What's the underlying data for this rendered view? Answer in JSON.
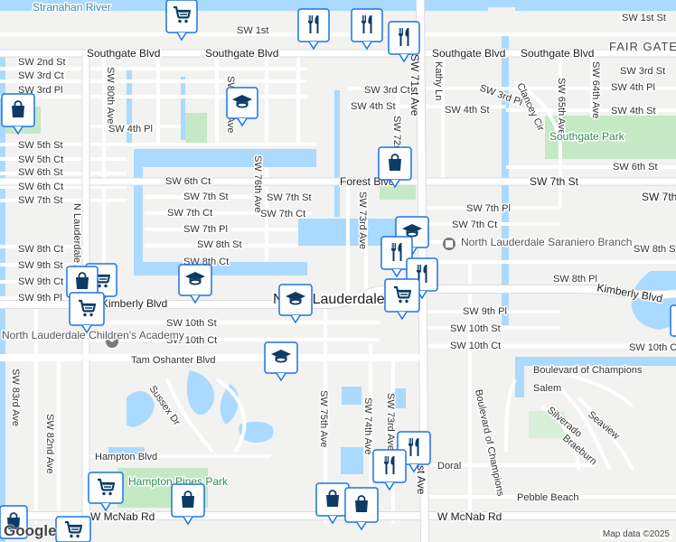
{
  "water": {
    "river": "Stranahan River"
  },
  "roads": {
    "southgate_blvd_left": "Southgate Blvd",
    "southgate_blvd_mid": "Southgate Blvd",
    "southgate_blvd_right": "Southgate Blvd",
    "sw_1st_st_left": "SW 1st",
    "sw_1st_st_right": "SW 1st St",
    "fair_gate": "FAIR GATE",
    "sw_2nd_st_left": "SW 2nd St",
    "sw_3rd_ct_left": "SW 3rd Ct",
    "sw_3rd_pl_left": "SW 3rd Pl",
    "sw_80th_ave": "SW 80th Ave",
    "sw_77th_ave": "SW 77th Ave",
    "sw_4th_pl_left": "SW 4th Pl",
    "sw_5th_st_left": "SW 5th St",
    "sw_5th_ct_left": "SW 5th Ct",
    "sw_6th_st_left": "SW 6th St",
    "sw_6th_ct_left": "SW 6th Ct",
    "sw_7th_st_left": "SW 7th St",
    "sw_6th_ct_mid": "SW 6th Ct",
    "sw_7th_st_mid1": "SW 7th St",
    "sw_7th_st_mid2": "SW 7th St",
    "sw_7th_ct_mid1": "SW 7th Ct",
    "sw_7th_ct_mid2": "SW 7th Ct",
    "sw_76th_ave": "SW 76th Ave",
    "sw_7th_pl_mid": "SW 7th Pl",
    "sw_8th_st_mid": "SW 8th St",
    "sw_8th_ct_mid": "SW 8th Ct",
    "sw_8th_ct_left": "SW 8th Ct",
    "sw_9th_st_left": "SW 9th St",
    "sw_9th_ct_left": "SW 9th Ct",
    "sw_9th_pl_left": "SW 9th Pl",
    "n_lauderdale_ave": "N Lauderdale Ave",
    "kimberly_blvd_left": "Kimberly Blvd",
    "kimberly_blvd_right": "Kimberly Blvd",
    "sw_10th_st_left": "SW 10th St",
    "sw_10th_ct_left": "SW 10th Ct",
    "tam_oshanter_blvd": "Tam Oshanter Blvd",
    "sw_83rd_ave": "SW 83rd Ave",
    "sw_82nd_ave": "SW 82nd Ave",
    "sussex_dr": "Sussex Dr",
    "hampton_blvd": "Hampton Blvd",
    "w_mcnab_rd_left": "W McNab Rd",
    "w_mcnab_rd_right": "W McNab Rd",
    "sw_75th_ave": "SW 75th Ave",
    "sw_74th_ave": "SW 74th Ave",
    "sw_73rd_ave_lower": "SW 73rd Ave",
    "sw_73rd_ave_upper": "SW 73rd Ave",
    "sw_72nd_ave": "SW 72nd",
    "sw_71st_ave": "SW 71st Ave",
    "sw_71st_ave_lower": "st Ave",
    "kathy_ln": "Kathy Ln",
    "sw_3rd_ct_right": "SW 3rd Ct",
    "sw_4th_st_mid": "SW 4th St",
    "sw_4th_st_right": "SW 4th St",
    "sw_3rd_pl_right": "SW 3rd Pl",
    "clancey_cir": "Clancey Cir",
    "sw_65th_ave": "SW 65th Ave",
    "sw_64th_ave": "SW 64th Ave",
    "sw_3rd_st_right": "SW 3rd St",
    "sw_4th_pl_right": "SW 4th Pl",
    "sw_4th_st_far_right": "SW 4th St",
    "sw_6th_st_right": "SW 6th St",
    "forest_blvd": "Forest Blvd",
    "sw_7th_st_right": "SW 7th St",
    "sw_7th_right_edge": "SW 7th",
    "sw_7th_pl_right": "SW 7th Pl",
    "sw_7th_ct_right": "SW 7th Ct",
    "sw_8th_st_right": "SW 8th St",
    "sw_8th_pl_right": "SW 8th Pl",
    "sw_9th_pl_right": "SW 9th Pl",
    "sw_10th_st_right": "SW 10th St",
    "sw_10th_ct_right": "SW 10th Ct",
    "sw_10th_ct_edge": "SW 10th C",
    "boulevard_of_champions_1": "Boulevard of Champions",
    "boulevard_of_champions_2": "Boulevard of Champions",
    "salem": "Salem",
    "seaview": "Seaview",
    "silverado": "Silverado",
    "braeburn": "Braeburn",
    "doral": "Doral",
    "pebble_beach": "Pebble Beach"
  },
  "places": {
    "city": "North Lauderdale",
    "library": "North Lauderdale Saraniero Branch",
    "academy": "North Lauderdale Children's Academy",
    "southgate_park": "Southgate Park",
    "hampton_pines_park": "Hampton Pines Park"
  },
  "pins": [
    {
      "id": "grocery-pin-1",
      "icon": "shopping-cart-icon"
    },
    {
      "id": "restaurant-pin-1",
      "icon": "fork-knife-icon"
    },
    {
      "id": "restaurant-pin-2",
      "icon": "fork-knife-icon"
    },
    {
      "id": "restaurant-pin-3",
      "icon": "fork-knife-icon"
    },
    {
      "id": "school-pin-1",
      "icon": "graduation-cap-icon"
    },
    {
      "id": "shop-pin-1",
      "icon": "shopping-bag-icon"
    },
    {
      "id": "shop-pin-2",
      "icon": "shopping-bag-icon"
    },
    {
      "id": "school-pin-2",
      "icon": "graduation-cap-icon"
    },
    {
      "id": "school-pin-3",
      "icon": "graduation-cap-icon"
    },
    {
      "id": "school-pin-4",
      "icon": "graduation-cap-icon"
    },
    {
      "id": "restaurant-pin-4",
      "icon": "fork-knife-icon"
    },
    {
      "id": "restaurant-pin-5",
      "icon": "fork-knife-icon"
    },
    {
      "id": "grocery-pin-2",
      "icon": "shopping-cart-icon"
    },
    {
      "id": "grocery-pin-3",
      "icon": "shopping-cart-icon"
    },
    {
      "id": "grocery-pin-4",
      "icon": "shopping-cart-icon"
    },
    {
      "id": "shop-pin-3",
      "icon": "shopping-bag-icon"
    },
    {
      "id": "restaurant-pin-6",
      "icon": "fork-knife-icon"
    },
    {
      "id": "restaurant-pin-7",
      "icon": "fork-knife-icon"
    },
    {
      "id": "grocery-pin-5",
      "icon": "shopping-cart-icon"
    },
    {
      "id": "shop-pin-4",
      "icon": "shopping-bag-icon"
    },
    {
      "id": "grocery-pin-6",
      "icon": "shopping-cart-icon"
    },
    {
      "id": "shop-pin-5",
      "icon": "shopping-bag-icon"
    },
    {
      "id": "shop-pin-6",
      "icon": "shopping-bag-icon"
    }
  ],
  "footer": {
    "logo": "Google",
    "attribution": "Map data ©2025"
  },
  "colors": {
    "land": "#f2f2f0",
    "road": "#ffffff",
    "major_road": "#dadce0",
    "water": "#aadaff",
    "park": "#c5e8c5",
    "pin_border": "#1a73e8",
    "pin_glyph": "#0d3b66"
  }
}
